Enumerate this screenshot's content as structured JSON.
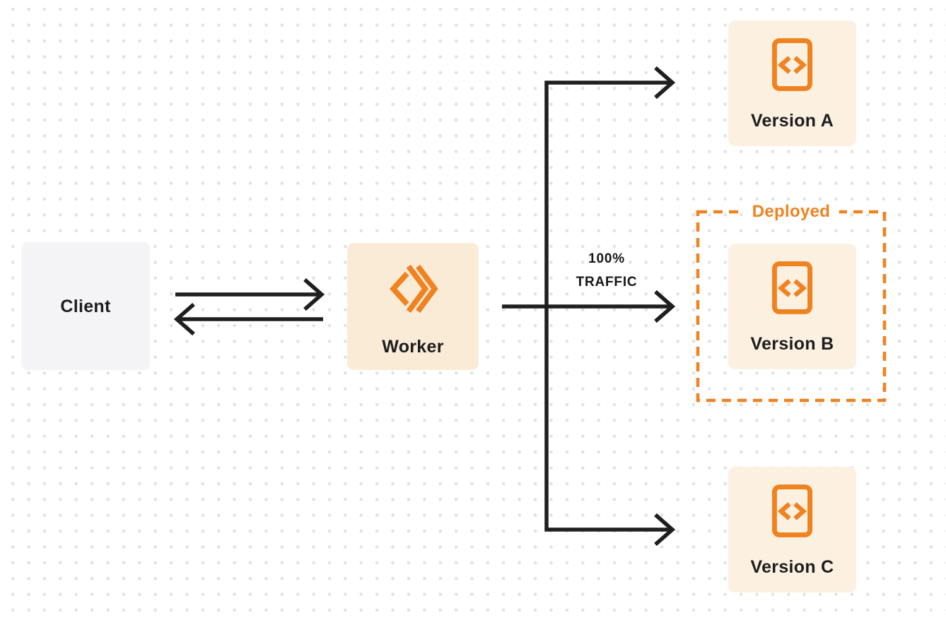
{
  "diagram": {
    "title_implicit": "Worker gradual deployments diagram",
    "client": {
      "label": "Client"
    },
    "worker": {
      "label": "Worker"
    },
    "traffic": {
      "line1": "100%",
      "line2": "TRAFFIC"
    },
    "deployed": {
      "label": "Deployed"
    },
    "versions": [
      {
        "label": "Version A",
        "deployed": false,
        "traffic": null
      },
      {
        "label": "Version B",
        "deployed": true,
        "traffic": "100%"
      },
      {
        "label": "Version C",
        "deployed": false,
        "traffic": null
      }
    ],
    "icons": {
      "worker": "workers-logo-icon",
      "version": "code-file-icon"
    },
    "colors": {
      "accent_orange": "#f0821f",
      "worker_box_bg": "#faebd7",
      "version_box_bg": "#fcf0e1",
      "client_box_bg": "#f4f4f6",
      "connector_dark": "#1f1f1f",
      "dot_grid": "#e2e2e2",
      "text_dark": "#1d1d1f",
      "background": "#ffffff"
    }
  }
}
